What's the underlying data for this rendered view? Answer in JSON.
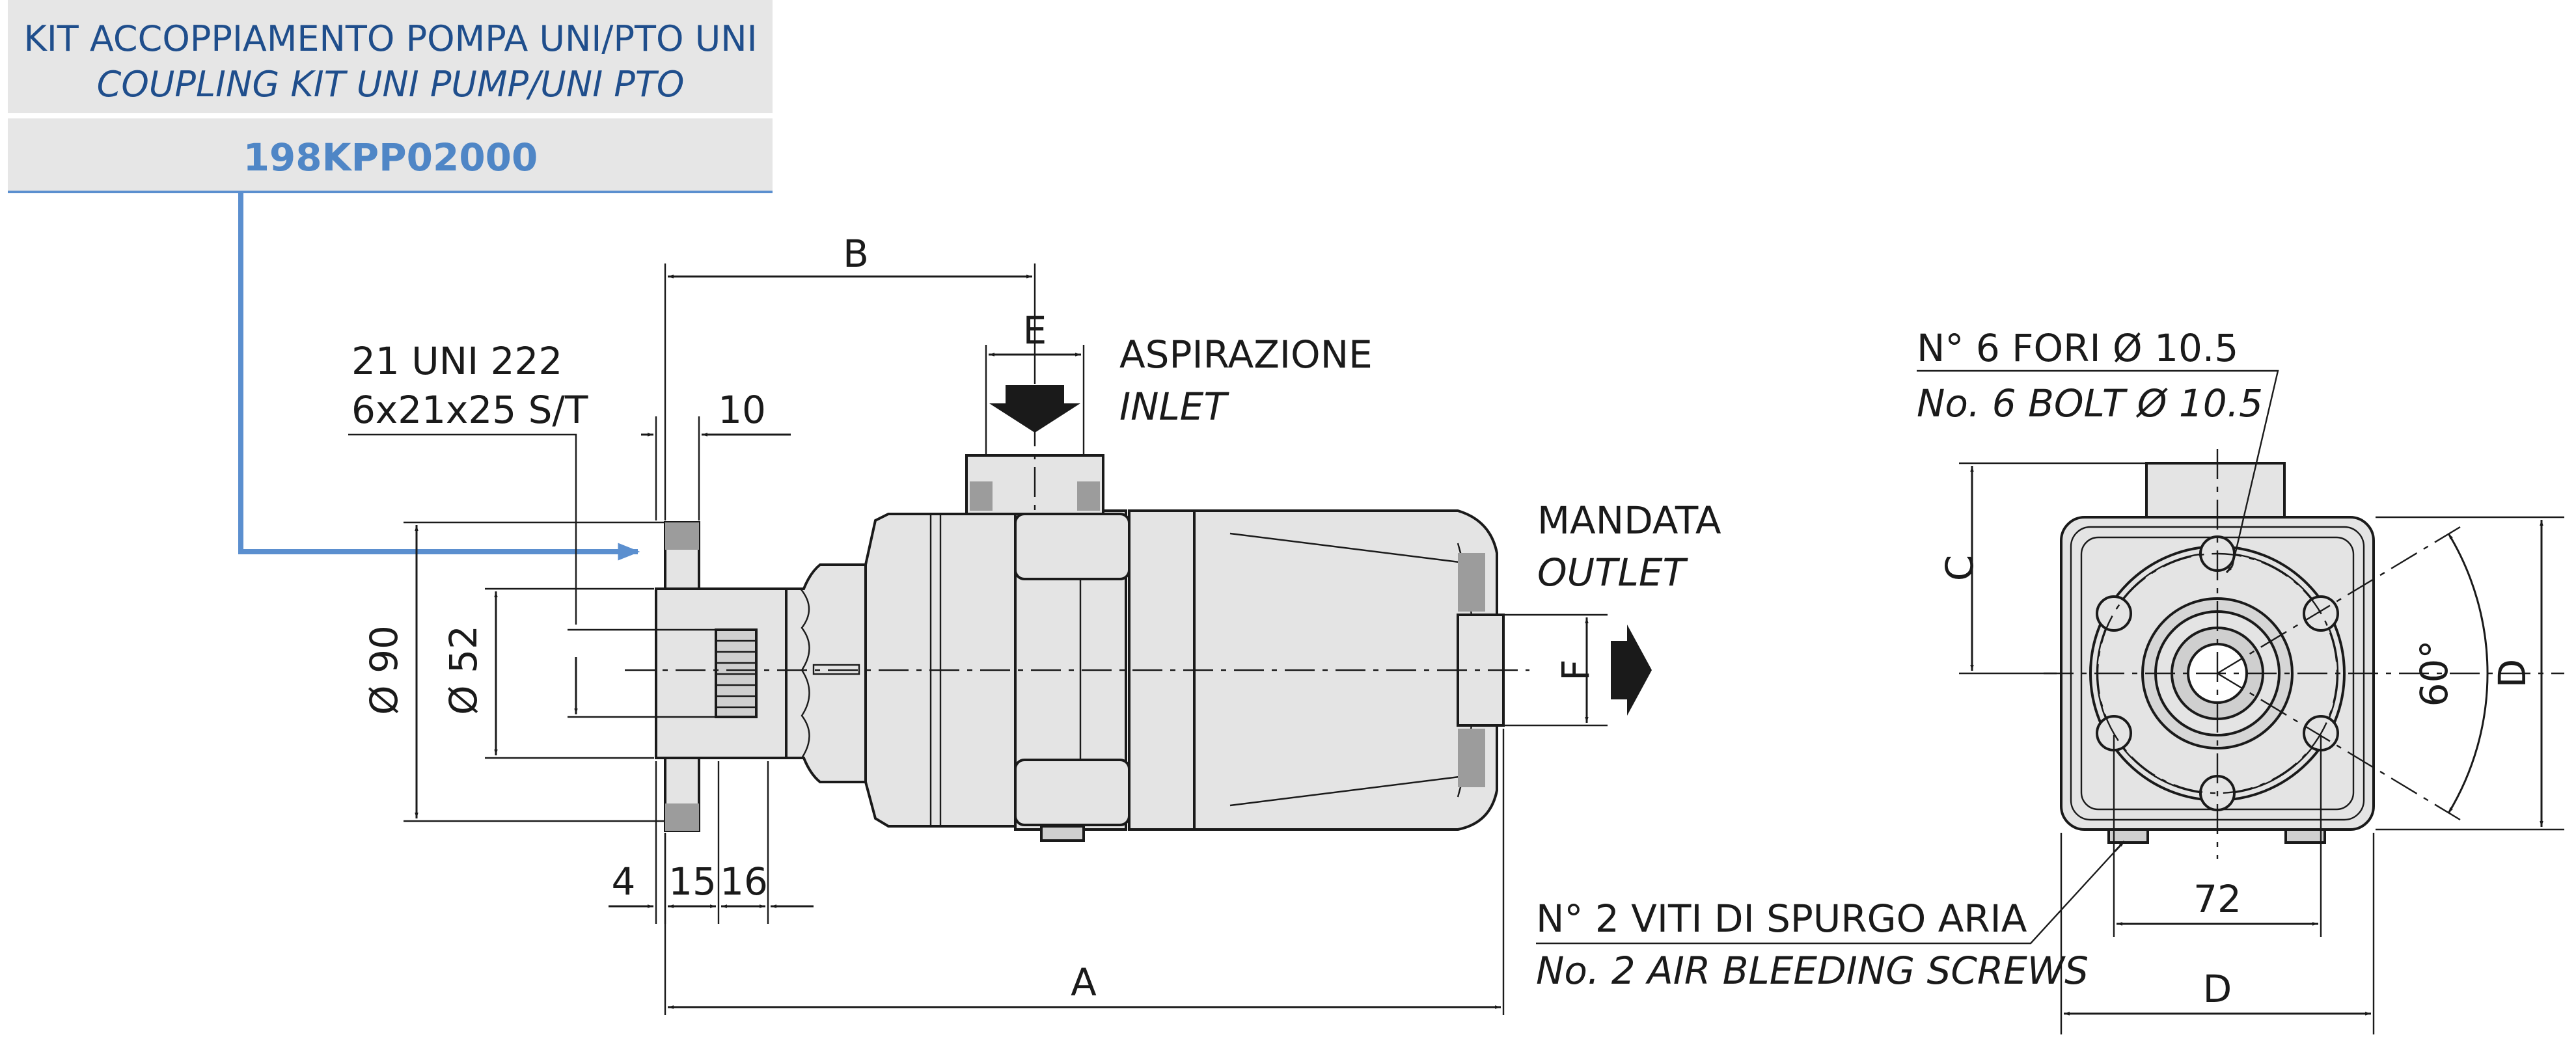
{
  "header": {
    "title_it": "KIT ACCOPPIAMENTO POMPA UNI/PTO UNI",
    "title_en": "COUPLING KIT UNI PUMP/UNI PTO",
    "code": "198KPP02000"
  },
  "labels": {
    "spline_1": "21 UNI 222",
    "spline_2": "6x21x25 S/T",
    "inlet_it": "ASPIRAZIONE",
    "inlet_en": "INLET",
    "outlet_it": "MANDATA",
    "outlet_en": "OUTLET",
    "holes_it": "N° 6 FORI Ø 10.5",
    "holes_en": "No. 6 BOLT Ø 10.5",
    "screws_it": "N° 2 VITI DI SPURGO ARIA",
    "screws_en": "No. 2 AIR BLEEDING SCREWS"
  },
  "dimensions": {
    "A": "A",
    "B": "B",
    "C": "C",
    "D": "D",
    "E": "E",
    "F": "F",
    "d10": "10",
    "d4": "4",
    "d15": "15",
    "d16": "16",
    "d72": "72",
    "dia90": "Ø 90",
    "dia52": "Ø 52",
    "angle60": "60°"
  },
  "colors": {
    "header_fill": "#e6e6e6",
    "header_text": "#1f4e8c",
    "code_text": "#4f86c6",
    "leader": "#5b8fcf",
    "body_fill": "#e4e4e4"
  }
}
